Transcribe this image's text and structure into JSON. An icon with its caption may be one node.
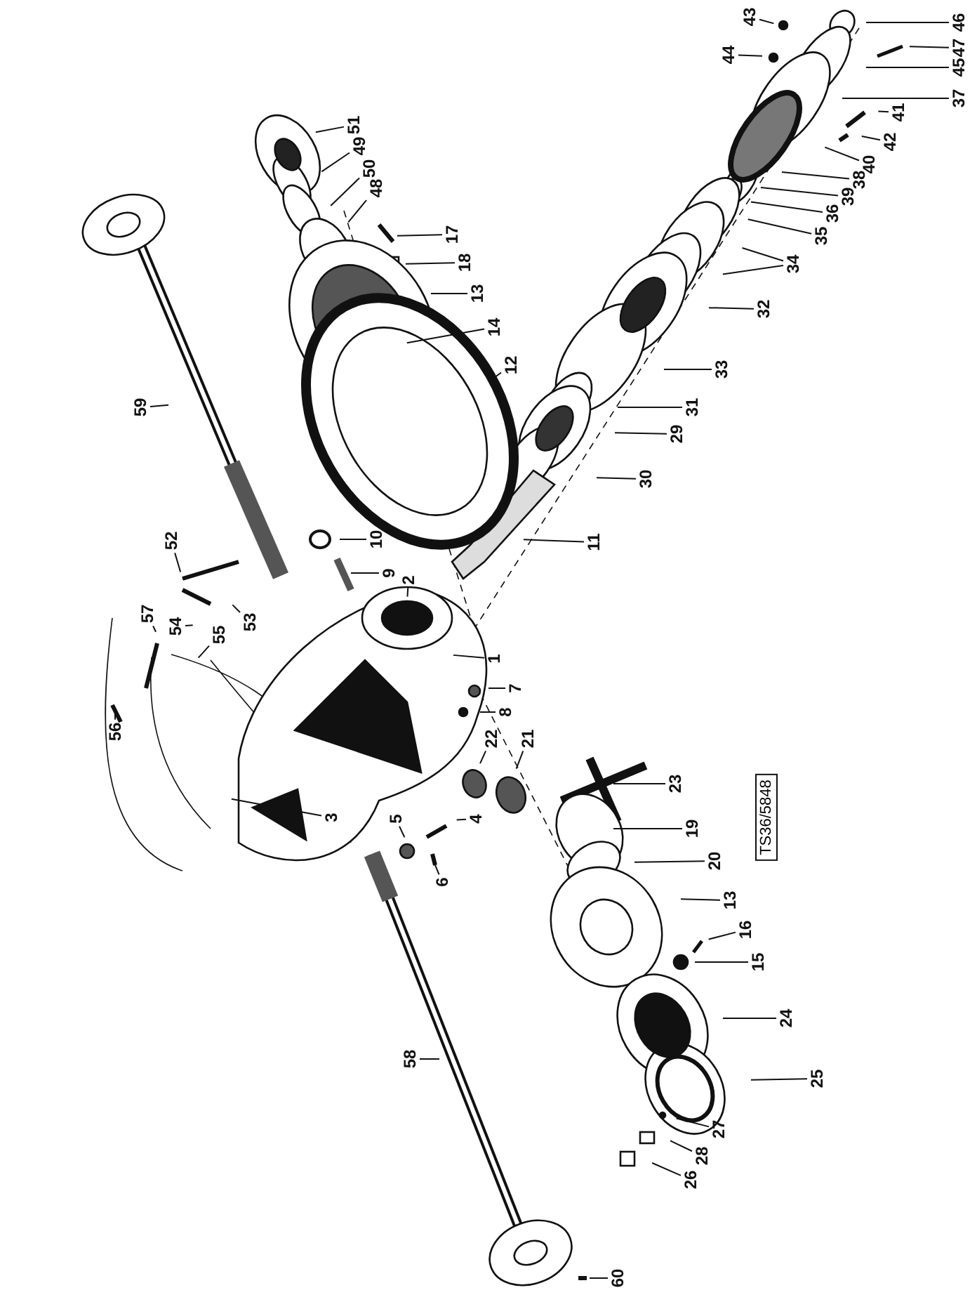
{
  "diagram": {
    "nodes": [
      {
        "text": [
          "43"
        ]
      },
      {
        "text": [
          "44"
        ]
      },
      {
        "text": [
          "46"
        ]
      },
      {
        "text": [
          "47"
        ]
      },
      {
        "text": [
          "45"
        ]
      },
      {
        "text": [
          "37"
        ]
      },
      {
        "text": [
          "41"
        ]
      },
      {
        "text": [
          "42"
        ]
      },
      {
        "text": [
          "40"
        ]
      },
      {
        "text": [
          "38"
        ]
      },
      {
        "text": [
          "39"
        ]
      },
      {
        "text": [
          "36"
        ]
      },
      {
        "text": [
          "35"
        ]
      },
      {
        "text": [
          "34"
        ]
      },
      {
        "text": [
          "32"
        ]
      },
      {
        "text": [
          "33"
        ]
      },
      {
        "text": [
          "31"
        ]
      },
      {
        "text": [
          "29"
        ]
      },
      {
        "text": [
          "30"
        ]
      },
      {
        "text": [
          "11"
        ]
      },
      {
        "text": [
          "51"
        ]
      },
      {
        "text": [
          "49"
        ]
      },
      {
        "text": [
          "50"
        ]
      },
      {
        "text": [
          "48"
        ]
      },
      {
        "text": [
          "17"
        ]
      },
      {
        "text": [
          "18"
        ]
      },
      {
        "text": [
          "13"
        ]
      },
      {
        "text": [
          "14"
        ]
      },
      {
        "text": [
          "12"
        ]
      },
      {
        "text": [
          "59"
        ]
      },
      {
        "text": [
          "10"
        ]
      },
      {
        "text": [
          "9"
        ]
      },
      {
        "text": [
          "2"
        ]
      },
      {
        "text": [
          "52"
        ]
      },
      {
        "text": [
          "53"
        ]
      },
      {
        "text": [
          "57"
        ]
      },
      {
        "text": [
          "54"
        ]
      },
      {
        "text": [
          "55"
        ]
      },
      {
        "text": [
          "1"
        ]
      },
      {
        "text": [
          "7"
        ]
      },
      {
        "text": [
          "8"
        ]
      },
      {
        "text": [
          "56"
        ]
      },
      {
        "text": [
          "22"
        ]
      },
      {
        "text": [
          "21"
        ]
      },
      {
        "text": [
          "23"
        ]
      },
      {
        "text": [
          "3"
        ]
      },
      {
        "text": [
          "5"
        ]
      },
      {
        "text": [
          "4"
        ]
      },
      {
        "text": [
          "6"
        ]
      },
      {
        "text": [
          "19"
        ]
      },
      {
        "text": [
          "20"
        ]
      },
      {
        "text": [
          "13"
        ]
      },
      {
        "text": [
          "16"
        ]
      },
      {
        "text": [
          "15"
        ]
      },
      {
        "text": [
          "24"
        ]
      },
      {
        "text": [
          "58"
        ]
      },
      {
        "text": [
          "25"
        ]
      },
      {
        "text": [
          "27"
        ]
      },
      {
        "text": [
          "28"
        ]
      },
      {
        "text": [
          "26"
        ]
      },
      {
        "text": [
          "60"
        ]
      }
    ],
    "edges": [
      {
        "from": 0,
        "to": null,
        "arrow": "none"
      },
      {
        "from": 1,
        "to": null,
        "arrow": "none"
      },
      {
        "from": 2,
        "to": null,
        "arrow": "none"
      },
      {
        "from": 3,
        "to": null,
        "arrow": "none"
      },
      {
        "from": 4,
        "to": null,
        "arrow": "none"
      },
      {
        "from": 5,
        "to": null,
        "arrow": "none"
      },
      {
        "from": 6,
        "to": null,
        "arrow": "none"
      },
      {
        "from": 7,
        "to": null,
        "arrow": "none"
      },
      {
        "from": 8,
        "to": null,
        "arrow": "none"
      },
      {
        "from": 9,
        "to": null,
        "arrow": "none"
      },
      {
        "from": 10,
        "to": null,
        "arrow": "none"
      },
      {
        "from": 11,
        "to": null,
        "arrow": "none"
      },
      {
        "from": 12,
        "to": null,
        "arrow": "none"
      },
      {
        "from": 13,
        "to": null,
        "arrow": "none"
      },
      {
        "from": 13,
        "to": null,
        "arrow": "none"
      },
      {
        "from": 14,
        "to": null,
        "arrow": "none"
      },
      {
        "from": 15,
        "to": null,
        "arrow": "none"
      },
      {
        "from": 16,
        "to": null,
        "arrow": "none"
      },
      {
        "from": 17,
        "to": null,
        "arrow": "none"
      },
      {
        "from": 18,
        "to": null,
        "arrow": "none"
      },
      {
        "from": 19,
        "to": null,
        "arrow": "none"
      },
      {
        "from": 20,
        "to": null,
        "arrow": "none"
      },
      {
        "from": 21,
        "to": null,
        "arrow": "none"
      },
      {
        "from": 22,
        "to": null,
        "arrow": "none"
      },
      {
        "from": 23,
        "to": null,
        "arrow": "none"
      },
      {
        "from": 24,
        "to": null,
        "arrow": "none"
      },
      {
        "from": 25,
        "to": null,
        "arrow": "none"
      },
      {
        "from": 26,
        "to": null,
        "arrow": "none"
      },
      {
        "from": 27,
        "to": null,
        "arrow": "none"
      },
      {
        "from": 28,
        "to": null,
        "arrow": "none"
      },
      {
        "from": 29,
        "to": null,
        "arrow": "none"
      },
      {
        "from": 30,
        "to": null,
        "arrow": "none"
      },
      {
        "from": 31,
        "to": null,
        "arrow": "none"
      },
      {
        "from": 32,
        "to": null,
        "arrow": "none"
      },
      {
        "from": 33,
        "to": null,
        "arrow": "none"
      },
      {
        "from": 34,
        "to": null,
        "arrow": "none"
      },
      {
        "from": 35,
        "to": null,
        "arrow": "none"
      },
      {
        "from": 36,
        "to": null,
        "arrow": "none"
      },
      {
        "from": 37,
        "to": null,
        "arrow": "none"
      },
      {
        "from": 38,
        "to": null,
        "arrow": "none"
      },
      {
        "from": 39,
        "to": null,
        "arrow": "none"
      },
      {
        "from": 40,
        "to": null,
        "arrow": "none"
      },
      {
        "from": 41,
        "to": null,
        "arrow": "none"
      },
      {
        "from": 42,
        "to": null,
        "arrow": "none"
      },
      {
        "from": 43,
        "to": null,
        "arrow": "none"
      },
      {
        "from": 44,
        "to": null,
        "arrow": "none"
      },
      {
        "from": 45,
        "to": null,
        "arrow": "none"
      },
      {
        "from": 46,
        "to": null,
        "arrow": "none"
      },
      {
        "from": 47,
        "to": null,
        "arrow": "none"
      },
      {
        "from": 48,
        "to": null,
        "arrow": "none"
      },
      {
        "from": 49,
        "to": null,
        "arrow": "none"
      },
      {
        "from": 50,
        "to": null,
        "arrow": "none"
      },
      {
        "from": 51,
        "to": null,
        "arrow": "none"
      },
      {
        "from": 52,
        "to": null,
        "arrow": "none"
      },
      {
        "from": 53,
        "to": null,
        "arrow": "none"
      },
      {
        "from": 54,
        "to": null,
        "arrow": "none"
      },
      {
        "from": 55,
        "to": null,
        "arrow": "none"
      },
      {
        "from": 56,
        "to": null,
        "arrow": "none"
      },
      {
        "from": 57,
        "to": null,
        "arrow": "none"
      },
      {
        "from": 58,
        "to": null,
        "arrow": "none"
      },
      {
        "from": 59,
        "to": null,
        "arrow": "none"
      },
      {
        "from": 60,
        "to": null,
        "arrow": "none"
      }
    ],
    "labels": [
      "TS36/5848"
    ]
  }
}
